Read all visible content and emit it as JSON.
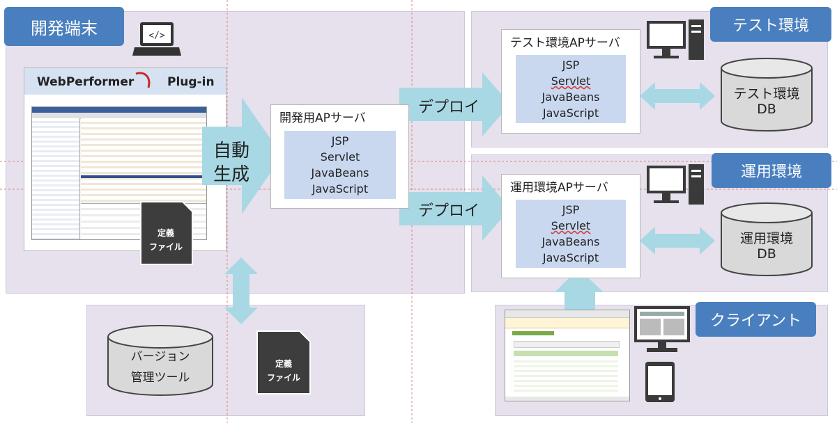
{
  "dev": {
    "badge": "開発端末",
    "plugin_brand": "WebPerformer",
    "plugin_label": "Plug-in",
    "auto_gen_line1": "自動",
    "auto_gen_line2": "生成",
    "def_file_line1": "定義",
    "def_file_line2": "ファイル"
  },
  "dev_server": {
    "title": "開発用APサーバ",
    "tech": [
      "JSP",
      "Servlet",
      "JavaBeans",
      "JavaScript"
    ]
  },
  "test_env": {
    "badge": "テスト環境",
    "deploy": "デプロイ",
    "server_title": "テスト環境APサーバ",
    "tech": [
      "JSP",
      "Servlet",
      "JavaBeans",
      "JavaScript"
    ],
    "db_line1": "テスト環境",
    "db_line2": "DB"
  },
  "prod_env": {
    "badge": "運用環境",
    "deploy": "デプロイ",
    "server_title": "運用環境APサーバ",
    "tech": [
      "JSP",
      "Servlet",
      "JavaBeans",
      "JavaScript"
    ],
    "db_line1": "運用環境",
    "db_line2": "DB"
  },
  "vcs": {
    "db_line1": "バージョン",
    "db_line2": "管理ツール",
    "def_file_line1": "定義",
    "def_file_line2": "ファイル"
  },
  "client": {
    "badge": "クライアント"
  },
  "colors": {
    "badge": "#4a7fbf",
    "zone": "#e6e1ec",
    "tech_box": "#c9d8ef",
    "arrow": "#a8d8e4",
    "db_fill": "#d9d9d9"
  }
}
